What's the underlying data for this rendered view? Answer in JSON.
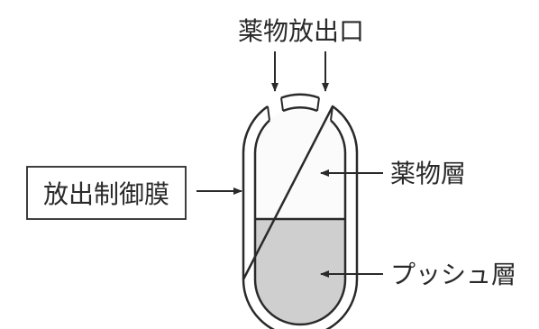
{
  "diagram": {
    "labels": {
      "drug_outlet": "薬物放出口",
      "release_membrane": "放出制御膜",
      "drug_layer": "薬物層",
      "push_layer": "プッシュ層"
    },
    "colors": {
      "line": "#2a2a2a",
      "push_layer_fill": "#cfcfcf",
      "drug_layer_fill": "#fbfbfb",
      "background": "#ffffff"
    }
  }
}
